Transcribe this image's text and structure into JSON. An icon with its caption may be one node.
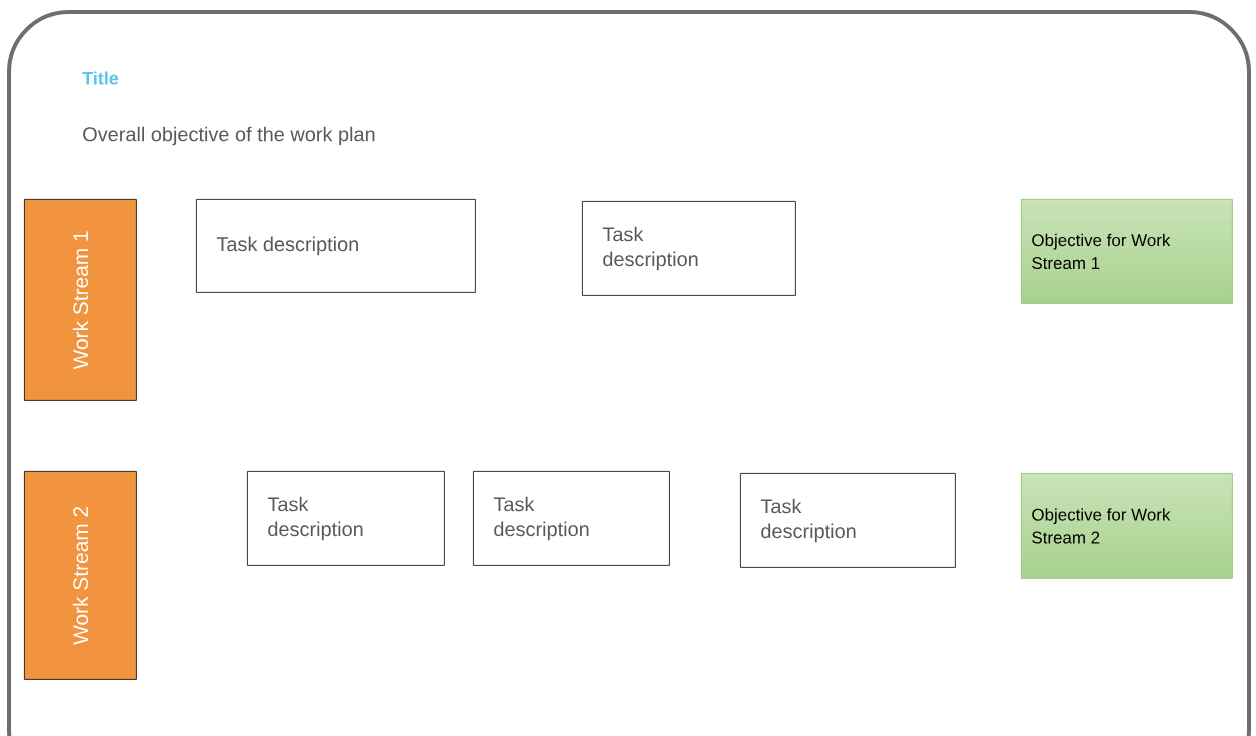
{
  "diagram": {
    "title": "Title",
    "nodes": [
      {
        "text": [
          "Work Stream 1"
        ]
      },
      {
        "text": [
          "Task description"
        ]
      },
      {
        "text": [
          "Task description"
        ]
      },
      {
        "text": [
          "Objective for Work Stream 1"
        ]
      },
      {
        "text": [
          "Work Stream 2"
        ]
      },
      {
        "text": [
          "Task description"
        ]
      },
      {
        "text": [
          "Task description"
        ]
      },
      {
        "text": [
          "Task description"
        ]
      },
      {
        "text": [
          "Objective for Work Stream 2"
        ]
      }
    ],
    "labels": [
      "Overall objective of the work plan"
    ]
  }
}
